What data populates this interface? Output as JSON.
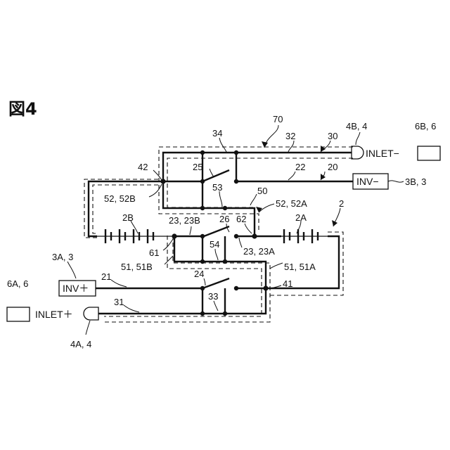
{
  "figure": {
    "title": "図4"
  },
  "labels": {
    "l70": "70",
    "l34": "34",
    "l32": "32",
    "l30": "30",
    "l4B4": "4B, 4",
    "l6B6": "6B, 6",
    "l42": "42",
    "l25": "25",
    "l22": "22",
    "l20": "20",
    "l3B3": "3B, 3",
    "l53": "53",
    "l50": "50",
    "l52_52B": "52, 52B",
    "l52_52A": "52, 52A",
    "l2": "2",
    "l2B": "2B",
    "l23_23B": "23, 23B",
    "l26": "26",
    "l62": "62",
    "l2A": "2A",
    "l54": "54",
    "l23_23A": "23, 23A",
    "l61": "61",
    "l51_51B": "51, 51B",
    "l51_51A": "51, 51A",
    "l3A3": "3A, 3",
    "l21": "21",
    "l24": "24",
    "l41": "41",
    "l33": "33",
    "l6A6": "6A, 6",
    "l31": "31",
    "l4A4": "4A, 4"
  },
  "boxes": {
    "inlet_minus": "INLET−",
    "inv_minus": "INV−",
    "inv_plus": "INV＋",
    "inlet_plus": "INLET＋"
  }
}
